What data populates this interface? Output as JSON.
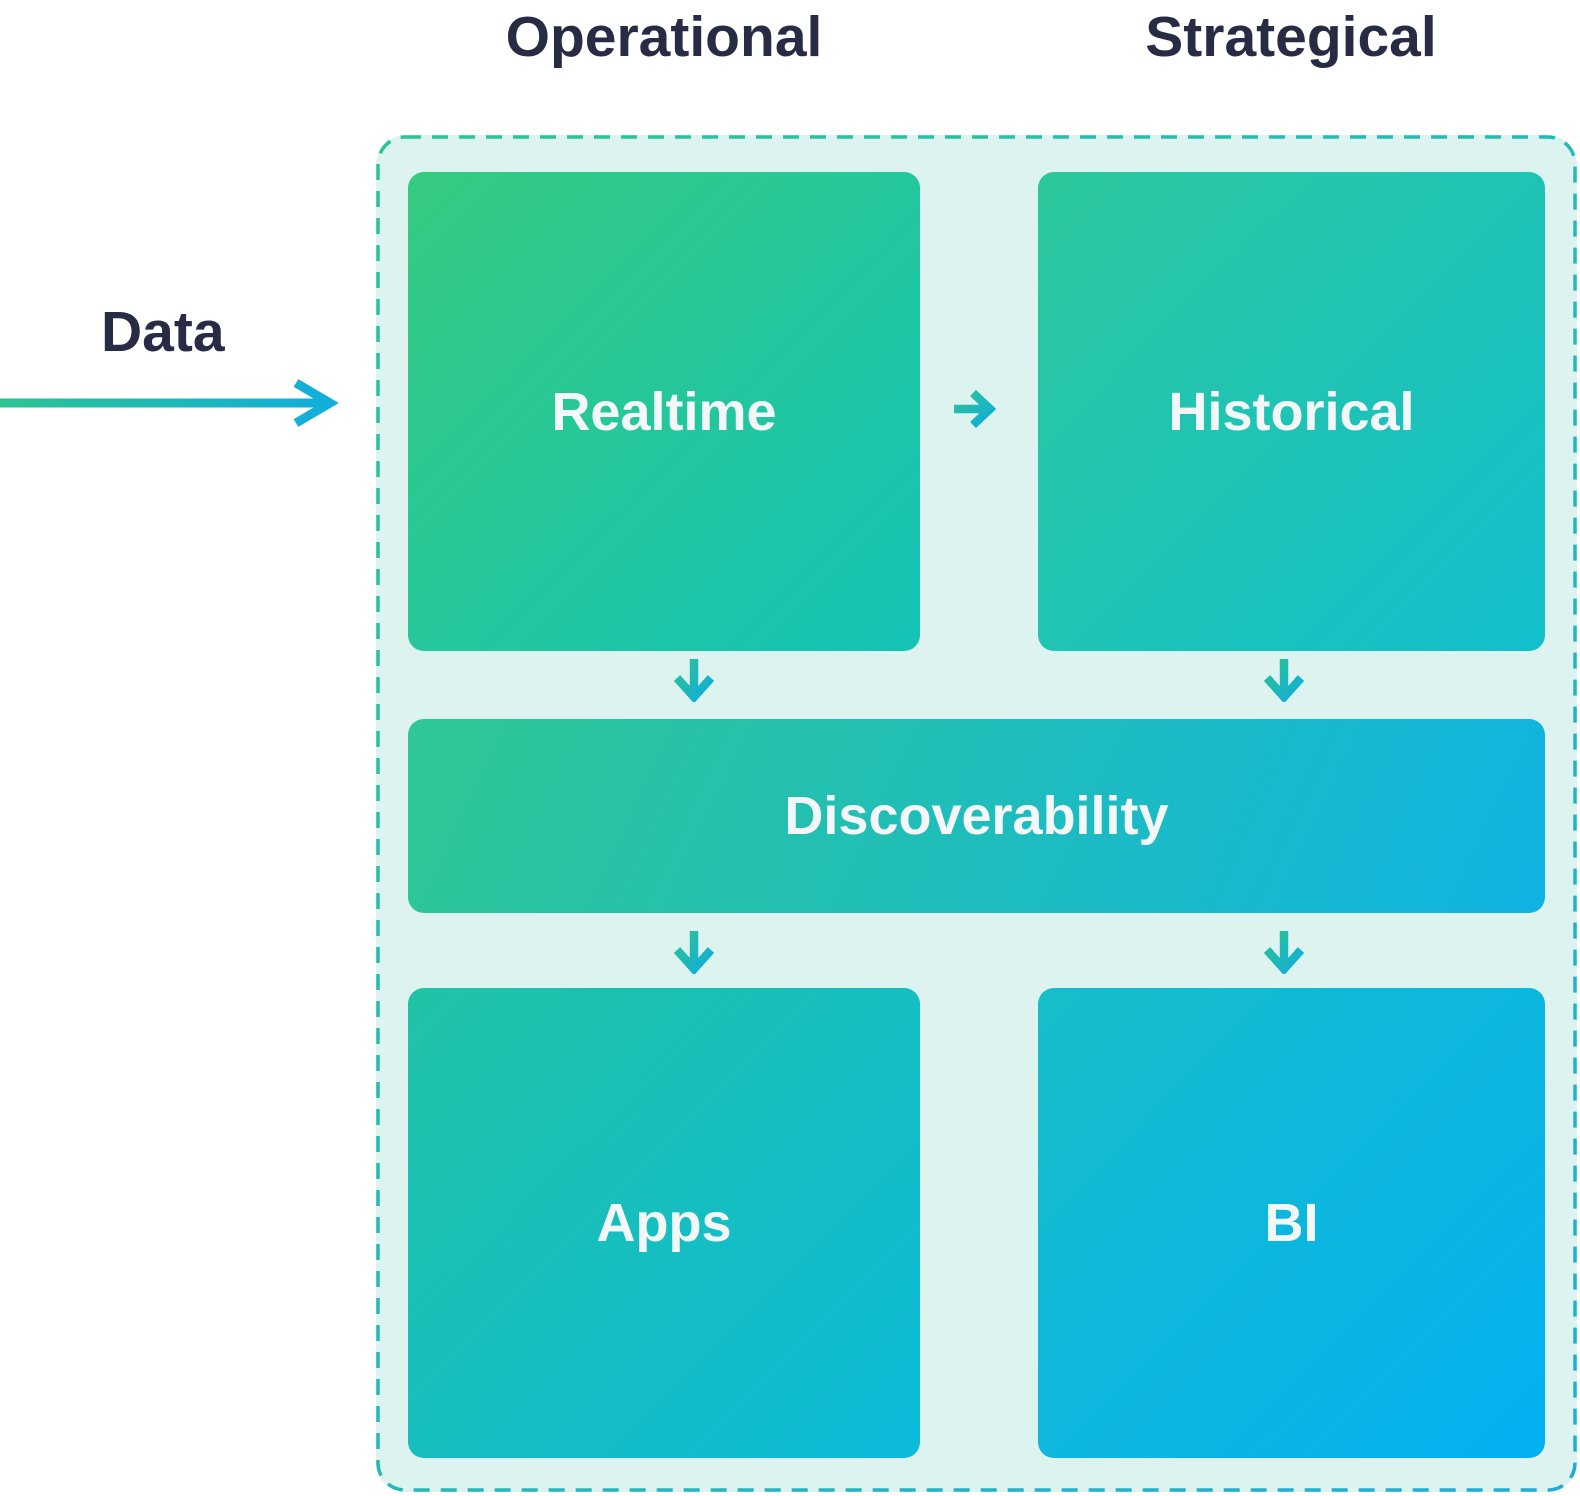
{
  "colors": {
    "heading_text": "#272b44",
    "panel_background": "#dcf3f0",
    "box_text": "#f3f7f8",
    "arrow_gradient_from": "#2cc392",
    "arrow_gradient_to": "#12addd",
    "border_gradient_from": "#2bc496",
    "border_gradient_to": "#1fadd8"
  },
  "headers": {
    "left": "Operational",
    "right": "Strategical"
  },
  "input": {
    "label": "Data"
  },
  "nodes": {
    "realtime": {
      "label": "Realtime",
      "gradient": {
        "angle": "135deg",
        "from": "#35ca7f",
        "to": "#14c3b7"
      }
    },
    "historical": {
      "label": "Historical",
      "gradient": {
        "angle": "135deg",
        "from": "#2cc89c",
        "to": "#12bfcd"
      }
    },
    "discoverability": {
      "label": "Discoverability",
      "gradient": {
        "angle": "115deg",
        "from": "#2ec794",
        "to": "#10b3e2"
      }
    },
    "apps": {
      "label": "Apps",
      "gradient": {
        "angle": "135deg",
        "from": "#21c2a5",
        "to": "#0abad9"
      }
    },
    "bi": {
      "label": "BI",
      "gradient": {
        "angle": "135deg",
        "from": "#16bec9",
        "to": "#03b0f2"
      }
    }
  }
}
